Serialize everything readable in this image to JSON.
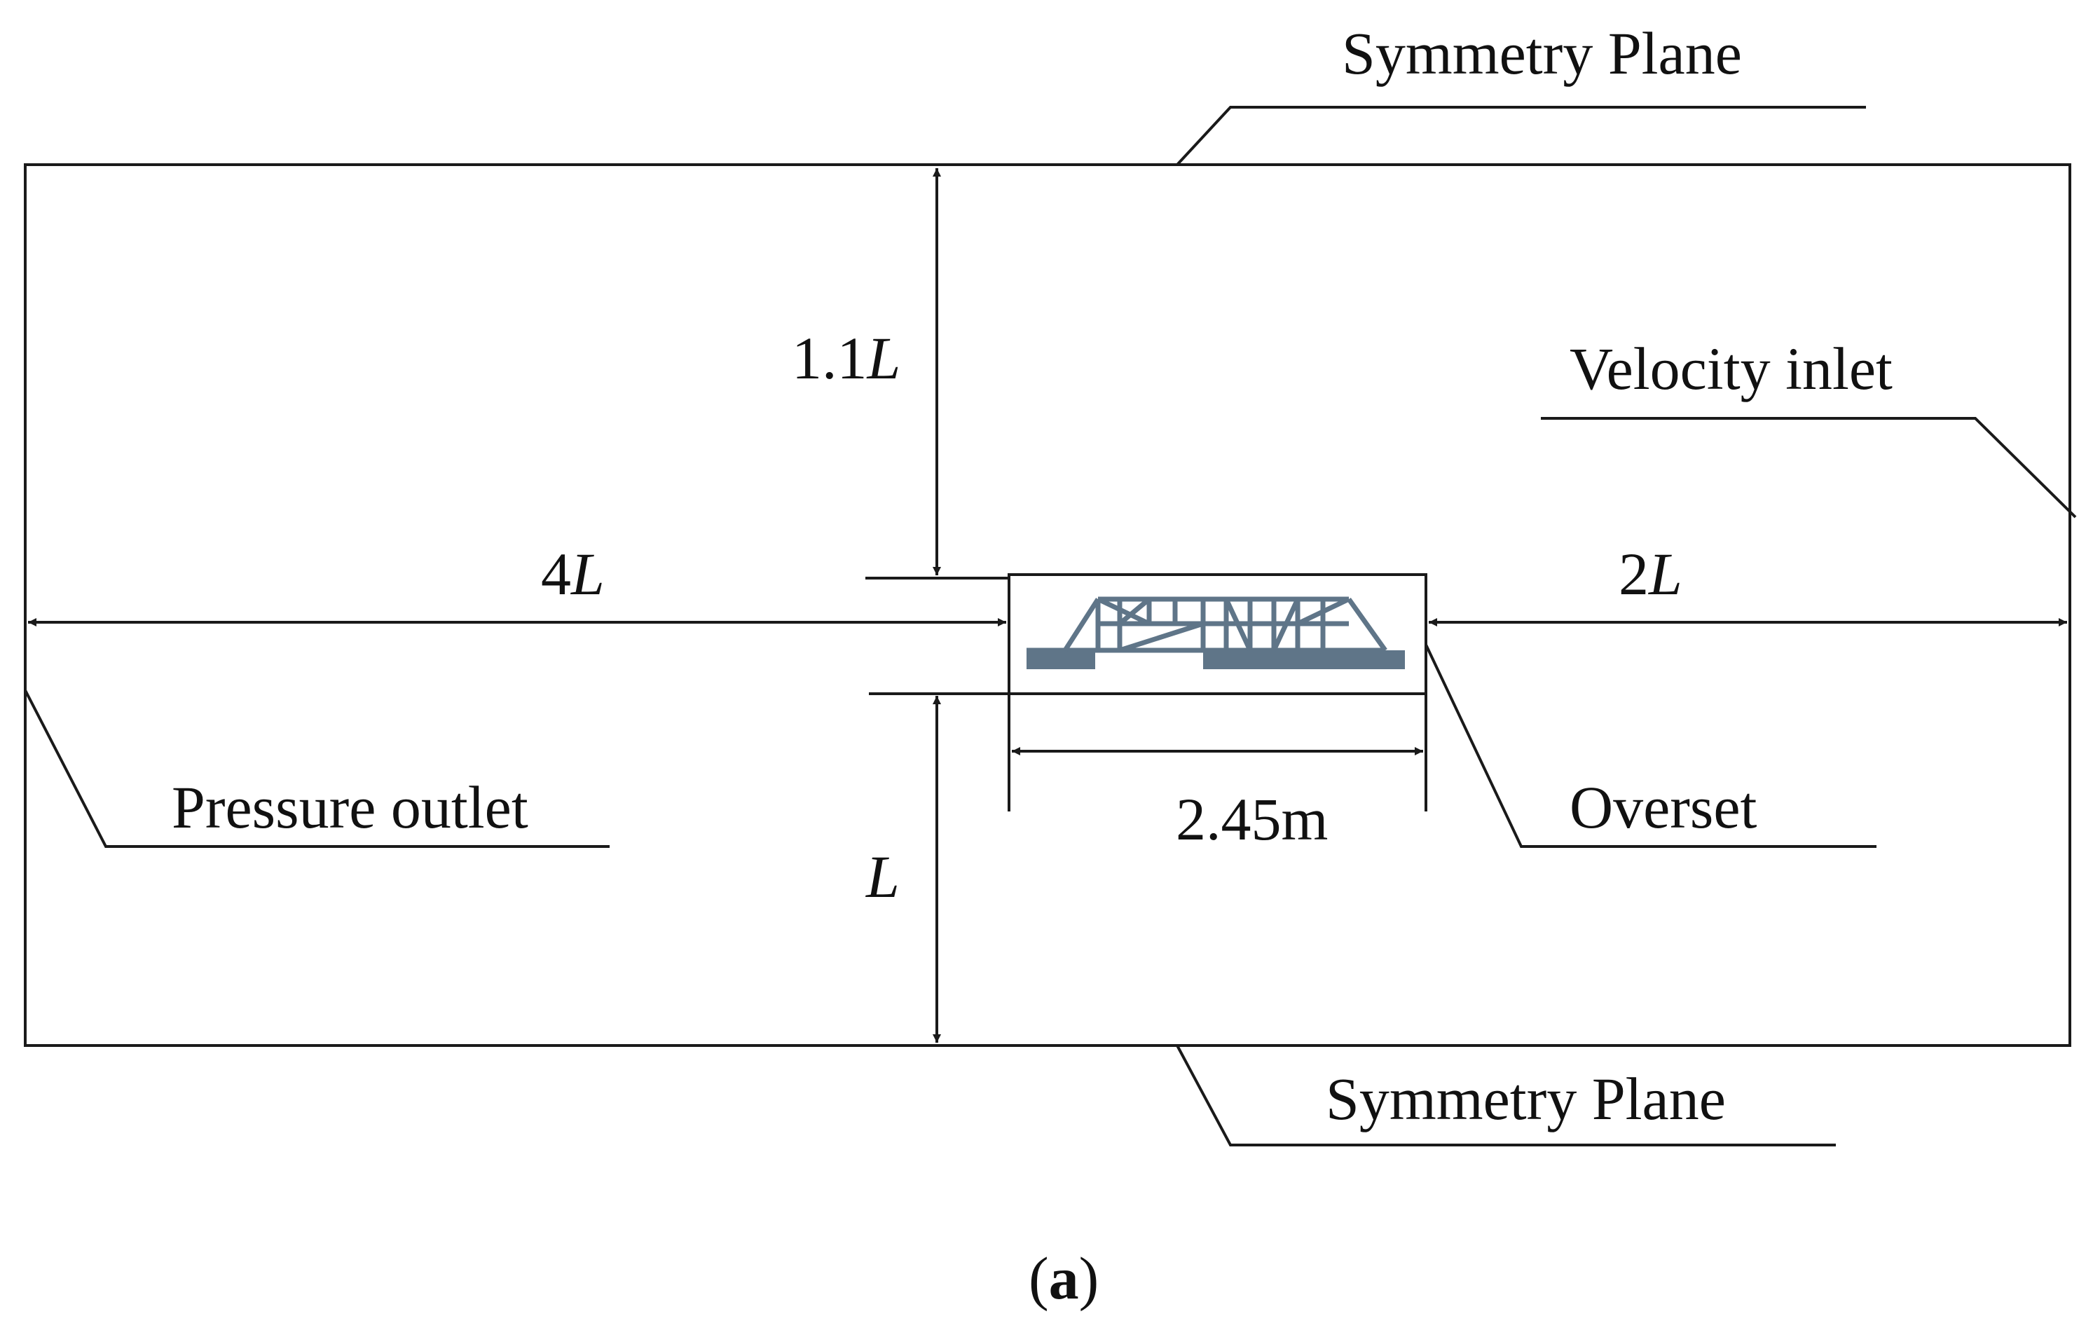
{
  "labels": {
    "symmetry_top": "Symmetry Plane",
    "symmetry_bottom": "Symmetry Plane",
    "velocity_inlet": "Velocity inlet",
    "pressure_outlet": "Pressure outlet",
    "overset": "Overset"
  },
  "dimensions": {
    "top_height": {
      "number": "1.1",
      "symbol": "L"
    },
    "left_length": {
      "number": "4",
      "symbol": "L"
    },
    "right_length": {
      "number": "2",
      "symbol": "L"
    },
    "bottom_height": {
      "number": "",
      "symbol": "L"
    },
    "bridge_width": "2.45m"
  },
  "caption": {
    "open": "(",
    "letter": "a",
    "close": ")"
  }
}
